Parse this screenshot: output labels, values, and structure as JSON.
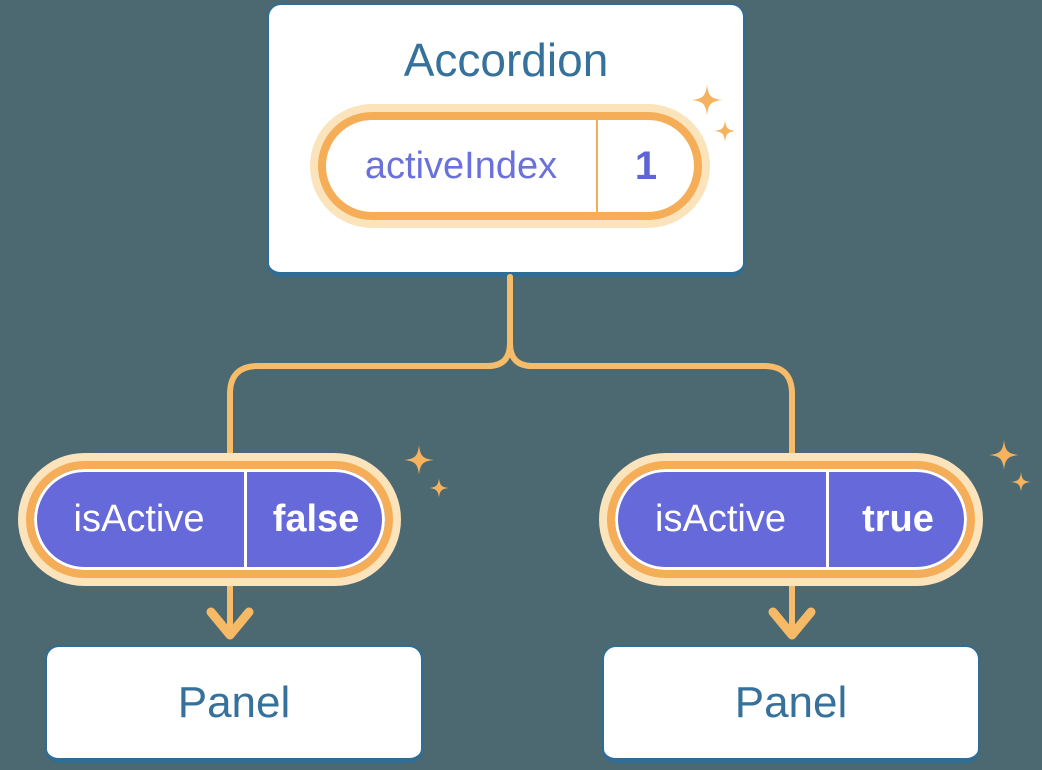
{
  "accordion": {
    "title": "Accordion",
    "state": {
      "name": "activeIndex",
      "value": "1"
    }
  },
  "branches": [
    {
      "prop": {
        "name": "isActive",
        "value": "false"
      },
      "panel": {
        "title": "Panel"
      }
    },
    {
      "prop": {
        "name": "isActive",
        "value": "true"
      },
      "panel": {
        "title": "Panel"
      }
    }
  ],
  "icons": {
    "sparkle": "4-point-star"
  },
  "colors": {
    "background": "#4C6870",
    "node_fill": "#FFFFFF",
    "node_border": "#2E6D96",
    "node_text": "#35719B",
    "pill_fill": "#6569DA",
    "pill_ring": "#F5AE57",
    "pill_halo": "#FBE3BC",
    "pill_text": "#FFFFFF",
    "state_name_text": "#6A70DC",
    "state_value_text": "#5E63D6",
    "connector": "#F7BC69",
    "sparkle": "#F5B35F"
  }
}
